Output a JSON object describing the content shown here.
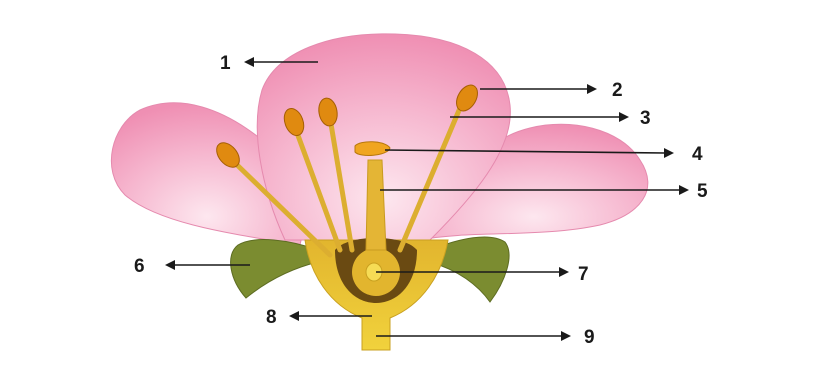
{
  "labels": {
    "l1": "1",
    "l2": "2",
    "l3": "3",
    "l4": "4",
    "l5": "5",
    "l6": "6",
    "l7": "7",
    "l8": "8",
    "l9": "9"
  },
  "colors": {
    "petal": "#f2a3c3",
    "petal_light": "#fbd9e6",
    "sepal": "#7a8a2e",
    "stamen": "#e0b030",
    "anther": "#e08a10",
    "receptacle": "#e6c23a",
    "ovary_dark": "#6b4a10"
  }
}
